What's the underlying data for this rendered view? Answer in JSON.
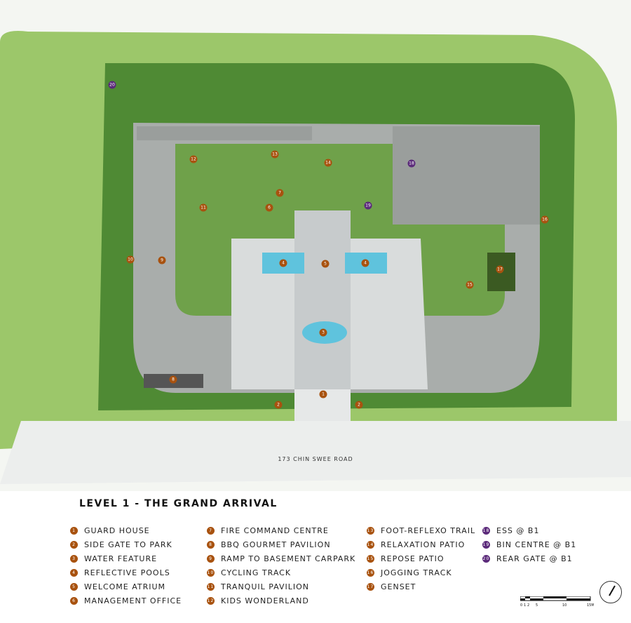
{
  "title": "LEVEL 1 - THE GRAND ARRIVAL",
  "road_label": "173 CHIN SWEE ROAD",
  "colors": {
    "facility": "#a8520f",
    "service": "#5b2a7a",
    "grass": "#8fbf5a",
    "tree": "#3f7a2a",
    "paving": "#d9dcdc",
    "pool": "#5fc3dd",
    "building": "#9a9e9c"
  },
  "legend": [
    {
      "n": "1",
      "label": "GUARD HOUSE",
      "type": "facility"
    },
    {
      "n": "2",
      "label": "SIDE GATE TO PARK",
      "type": "facility"
    },
    {
      "n": "3",
      "label": "WATER FEATURE",
      "type": "facility"
    },
    {
      "n": "4",
      "label": "REFLECTIVE POOLS",
      "type": "facility"
    },
    {
      "n": "5",
      "label": "WELCOME ATRIUM",
      "type": "facility"
    },
    {
      "n": "6",
      "label": "MANAGEMENT OFFICE",
      "type": "facility"
    },
    {
      "n": "7",
      "label": "FIRE COMMAND CENTRE",
      "type": "facility"
    },
    {
      "n": "8",
      "label": "BBQ GOURMET PAVILION",
      "type": "facility"
    },
    {
      "n": "9",
      "label": "RAMP TO BASEMENT CARPARK",
      "type": "facility"
    },
    {
      "n": "10",
      "label": "CYCLING TRACK",
      "type": "facility"
    },
    {
      "n": "11",
      "label": "TRANQUIL PAVILION",
      "type": "facility"
    },
    {
      "n": "12",
      "label": "KIDS WONDERLAND",
      "type": "facility"
    },
    {
      "n": "13",
      "label": "FOOT-REFLEXO TRAIL",
      "type": "facility"
    },
    {
      "n": "14",
      "label": "RELAXATION PATIO",
      "type": "facility"
    },
    {
      "n": "15",
      "label": "REPOSE PATIO",
      "type": "facility"
    },
    {
      "n": "16",
      "label": "JOGGING TRACK",
      "type": "facility"
    },
    {
      "n": "17",
      "label": "GENSET",
      "type": "facility"
    },
    {
      "n": "18",
      "label": "ESS @ B1",
      "type": "service"
    },
    {
      "n": "19",
      "label": "BIN CENTRE @ B1",
      "type": "service"
    },
    {
      "n": "20",
      "label": "REAR GATE @ B1",
      "type": "service"
    }
  ],
  "markers": [
    {
      "n": "1",
      "type": "facility"
    },
    {
      "n": "2",
      "type": "facility"
    },
    {
      "n": "2",
      "type": "facility"
    },
    {
      "n": "3",
      "type": "facility"
    },
    {
      "n": "4",
      "type": "facility"
    },
    {
      "n": "4",
      "type": "facility"
    },
    {
      "n": "5",
      "type": "facility"
    },
    {
      "n": "6",
      "type": "facility"
    },
    {
      "n": "7",
      "type": "facility"
    },
    {
      "n": "8",
      "type": "facility"
    },
    {
      "n": "9",
      "type": "facility"
    },
    {
      "n": "10",
      "type": "facility"
    },
    {
      "n": "11",
      "type": "facility"
    },
    {
      "n": "12",
      "type": "facility"
    },
    {
      "n": "13",
      "type": "facility"
    },
    {
      "n": "14",
      "type": "facility"
    },
    {
      "n": "15",
      "type": "facility"
    },
    {
      "n": "16",
      "type": "facility"
    },
    {
      "n": "17",
      "type": "facility"
    },
    {
      "n": "18",
      "type": "service"
    },
    {
      "n": "19",
      "type": "service"
    },
    {
      "n": "20",
      "type": "service"
    }
  ],
  "scale": {
    "ticks": [
      "0",
      "1",
      "2",
      "5",
      "10",
      "15M"
    ]
  }
}
